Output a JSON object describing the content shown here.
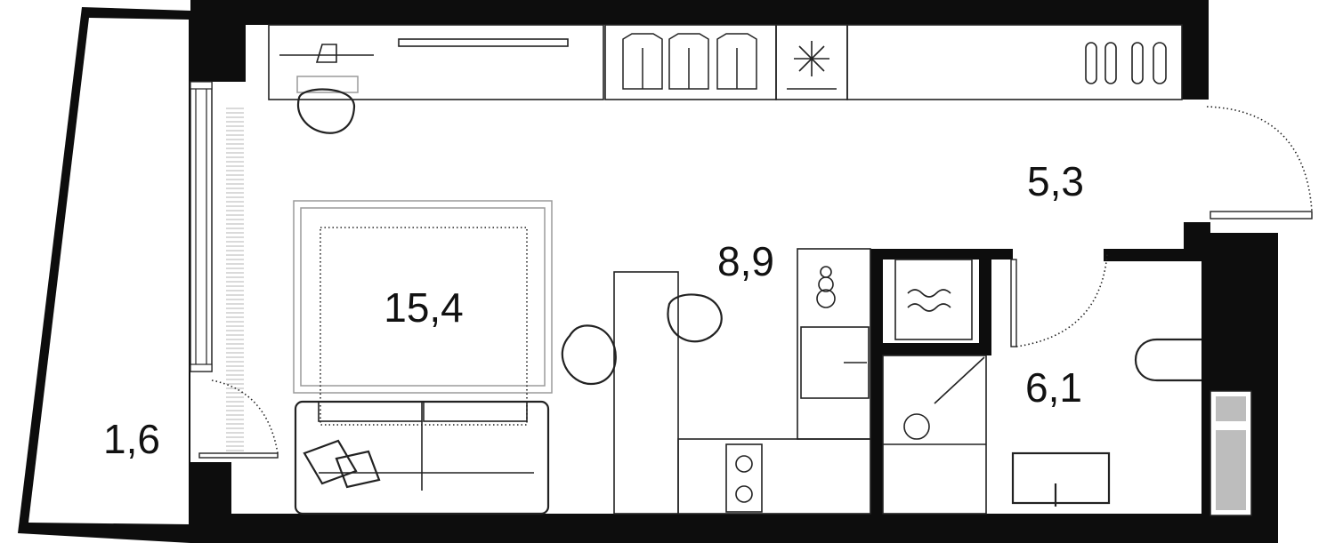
{
  "rooms": [
    {
      "id": "balcony",
      "area": "1,6"
    },
    {
      "id": "living",
      "area": "15,4"
    },
    {
      "id": "kitchen",
      "area": "8,9"
    },
    {
      "id": "hallway",
      "area": "5,3"
    },
    {
      "id": "bathroom",
      "area": "6,1"
    }
  ],
  "colors": {
    "wall": "#0d0d0d",
    "line": "#222222",
    "rug": "#9a9a9a",
    "glass": "#bdbdbd"
  }
}
